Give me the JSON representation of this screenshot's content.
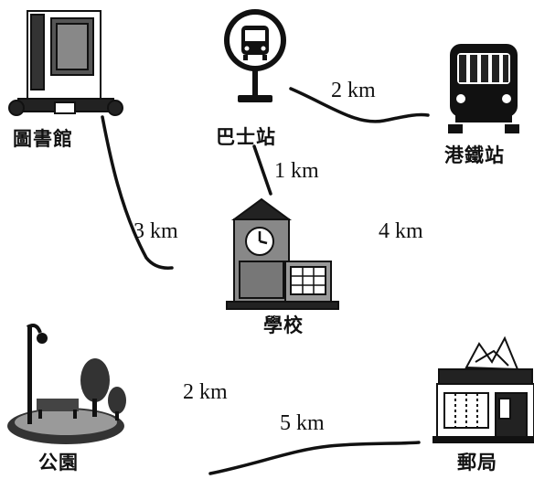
{
  "places": {
    "library": "圖書館",
    "bus_station": "巴士站",
    "mtr_station": "港鐵站",
    "school": "學校",
    "park": "公園",
    "post_office": "郵局"
  },
  "distances": {
    "bus_to_mtr": "2 km",
    "bus_to_school": "1 km",
    "library_to_school": "3 km",
    "school_to_mtr": "4 km",
    "school_to_park": "2 km",
    "park_to_post_office": "5 km"
  }
}
